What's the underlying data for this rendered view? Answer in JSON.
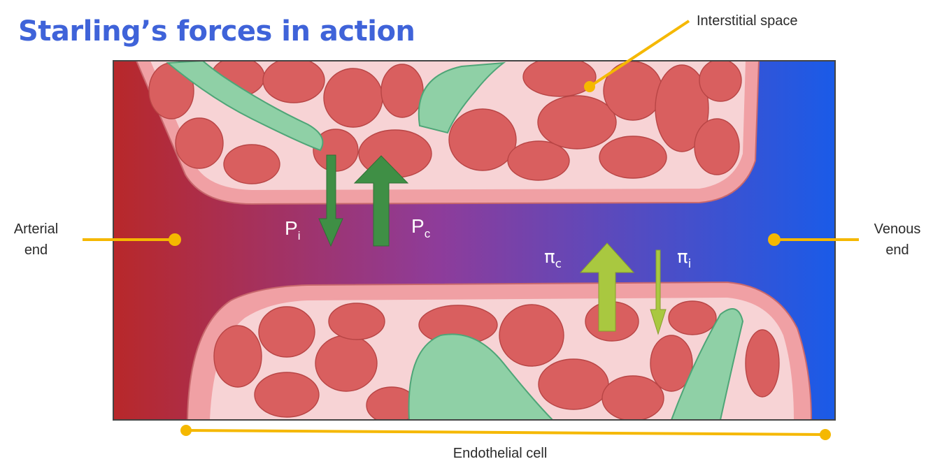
{
  "title": "Starling’s forces in action",
  "labels": {
    "interstitial": "Interstitial space",
    "arterial_line1": "Arterial",
    "arterial_line2": "end",
    "venous_line1": "Venous",
    "venous_line2": "end",
    "endothelial": "Endothelial cell"
  },
  "forces": {
    "pi_base": "P",
    "pi_sub": "i",
    "pc_base": "P",
    "pc_sub": "c",
    "oc_base": "π",
    "oc_sub": "c",
    "oi_base": "π",
    "oi_sub": "i"
  },
  "colors": {
    "title": "#3f63d9",
    "arterial": "#b8282a",
    "venous": "#1a5be8",
    "callout": "#f5b800",
    "hydrostatic_arrow": "#3f8f45",
    "oncotic_arrow": "#a9c840",
    "tissue_cell": "#d95f5f",
    "endothelium": "#f0a0a4"
  }
}
